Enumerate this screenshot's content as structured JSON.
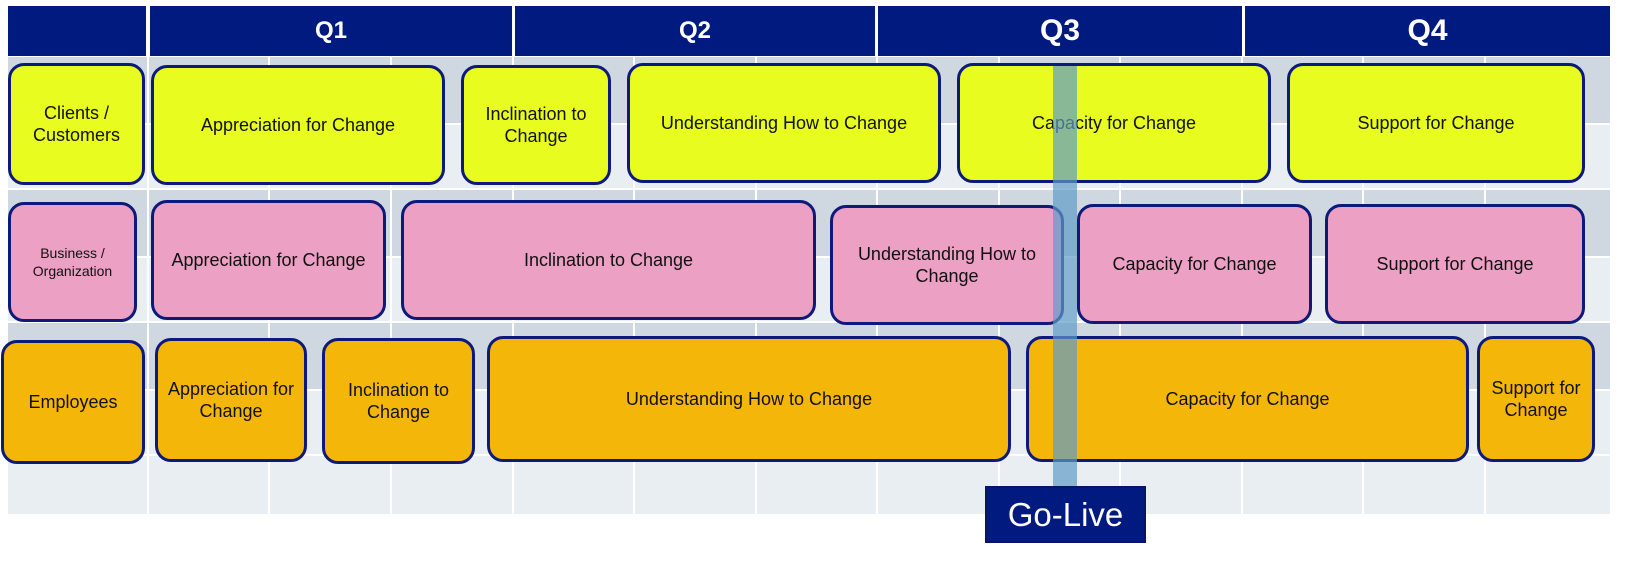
{
  "header": {
    "q1": "Q1",
    "q2": "Q2",
    "q3": "Q3",
    "q4": "Q4"
  },
  "rows": {
    "clients": {
      "label": "Clients / Customers",
      "b1": "Appreciation for Change",
      "b2": "Inclination to Change",
      "b3": "Understanding How to Change",
      "b4": "Capacity for Change",
      "b5": "Support for Change"
    },
    "business": {
      "label": "Business / Organization",
      "b1": "Appreciation for Change",
      "b2": "Inclination to Change",
      "b3": "Understanding How to Change",
      "b4": "Capacity for Change",
      "b5": "Support for Change"
    },
    "employees": {
      "label": "Employees",
      "b1": "Appreciation for Change",
      "b2": "Inclination to Change",
      "b3": "Understanding How to Change",
      "b4": "Capacity for Change",
      "b5": "Support for Change"
    }
  },
  "milestone": {
    "label": "Go-Live"
  },
  "colors": {
    "header": "#001a80",
    "clients": "#e8fc1f",
    "business": "#eba0c4",
    "employees": "#f5b60a",
    "border": "#0d1a7a"
  }
}
